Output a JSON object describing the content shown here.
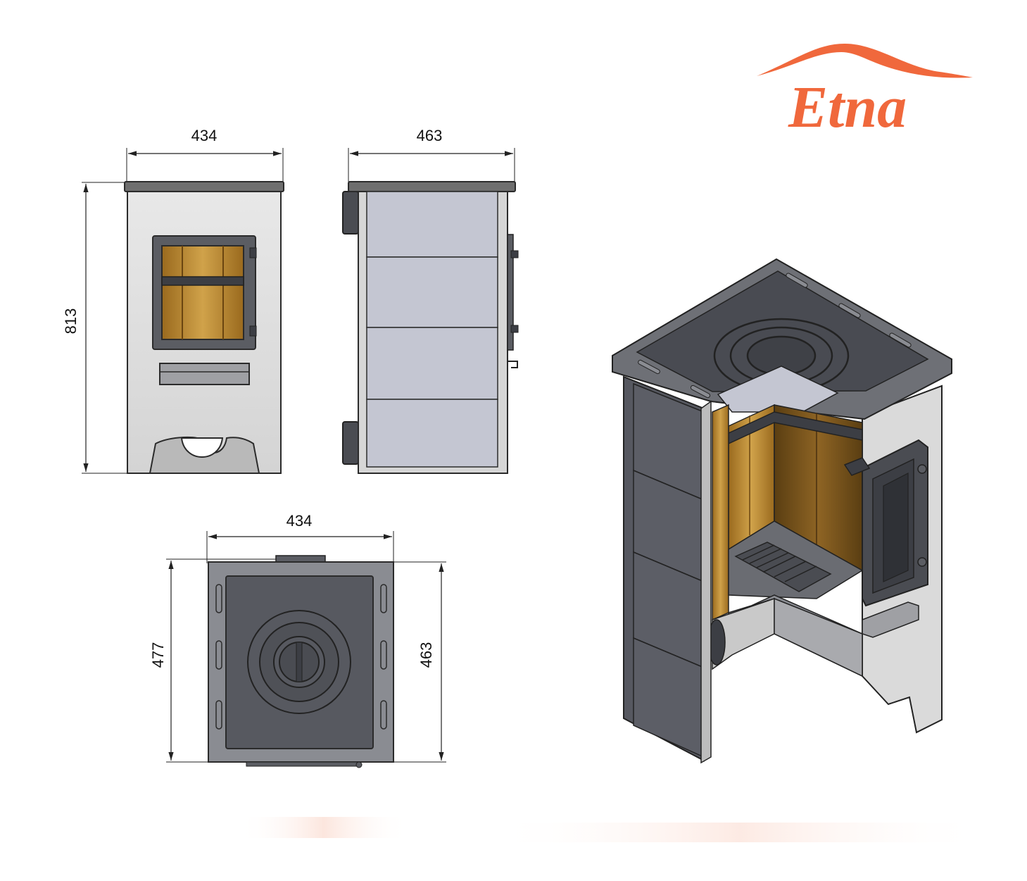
{
  "brand": {
    "name": "Etna",
    "color": "#f0683c"
  },
  "dimensions": {
    "front_width": "434",
    "front_height": "813",
    "side_depth": "463",
    "top_width": "434",
    "top_depth_left": "477",
    "top_depth_right": "463"
  },
  "colors": {
    "outline": "#2b2b2b",
    "body_light": "#dcdcdc",
    "panel_blue": "#c4c6d2",
    "plate_dark": "#575960",
    "top_dark": "#494b52",
    "fire_brick": "#c89a3a",
    "fire_brick_dark": "#7a5518"
  }
}
